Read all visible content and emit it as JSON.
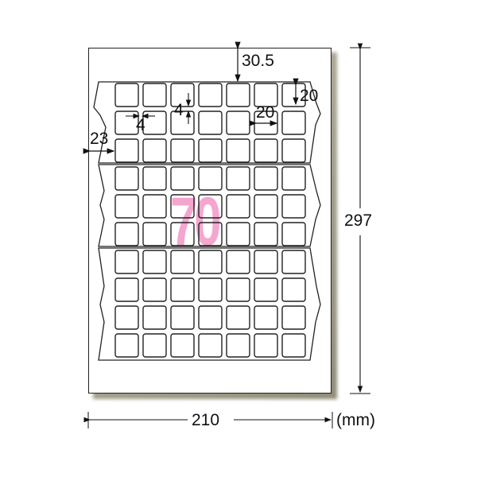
{
  "diagram": {
    "title_count": "70",
    "unit": "(mm)",
    "sheet": {
      "width": "210",
      "height": "297"
    },
    "dimensions": {
      "top_margin": "30.5",
      "left_margin": "23",
      "label_width": "20",
      "label_height": "20",
      "horizontal_gap": "4",
      "vertical_gap": "4"
    },
    "grid": {
      "columns": 7,
      "rows": 10,
      "groups": [
        3,
        3,
        4
      ]
    },
    "colors": {
      "count_text": "#f4a6cf",
      "lines": "#222222",
      "shadow": "#9a987f"
    }
  }
}
